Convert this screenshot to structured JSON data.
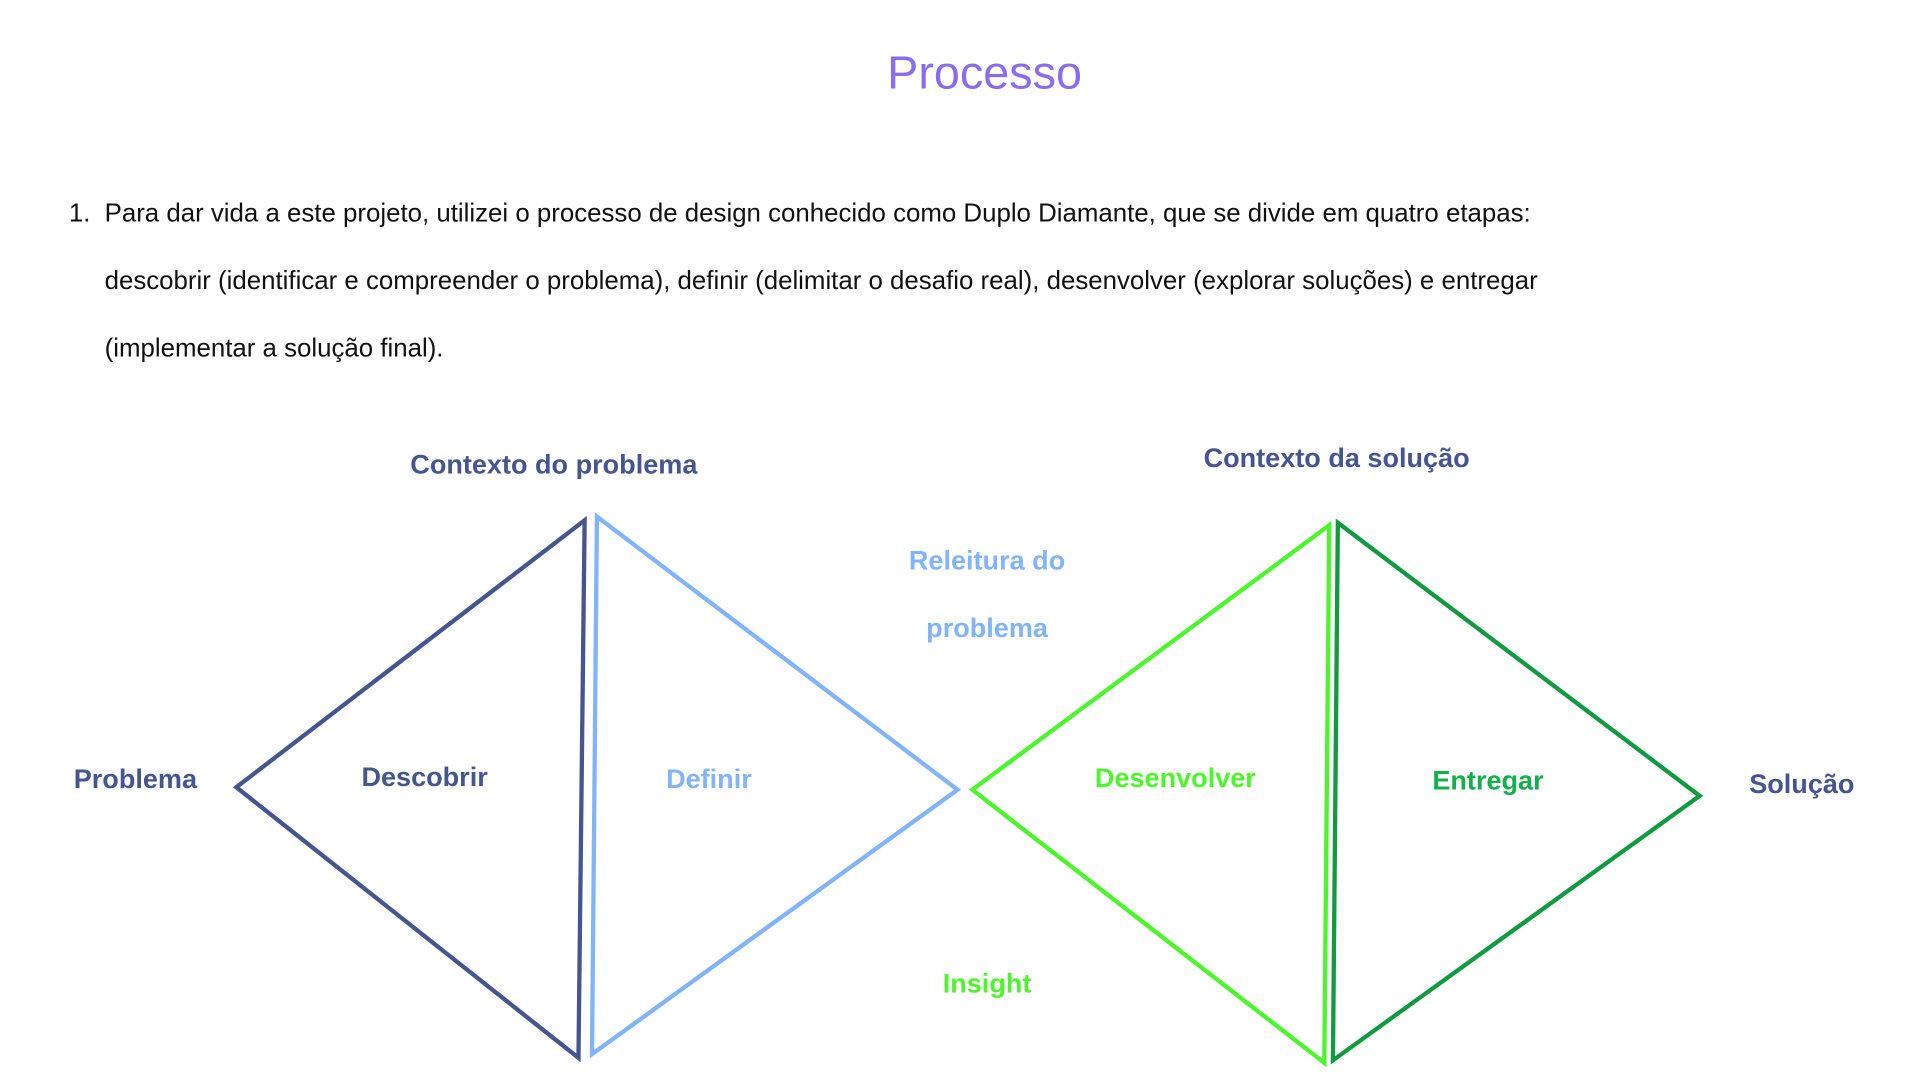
{
  "title": "Processo",
  "paragraph": {
    "number": "1.",
    "lines": [
      "Para dar vida a este projeto, utilizei o processo de design conhecido como Duplo Diamante, que se divide em quatro etapas:",
      "descobrir (identificar e compreender o problema), definir (delimitar o desafio real), desenvolver (explorar soluções) e entregar",
      "(implementar a solução final)."
    ]
  },
  "diagram": {
    "start_label": "Problema",
    "end_label": "Solução",
    "top_left_label": "Contexto do problema",
    "top_right_label": "Contexto da solução",
    "middle_top_line1": "Releitura do",
    "middle_top_line2": "problema",
    "middle_bottom_label": "Insight",
    "stages": [
      "Descobrir",
      "Definir",
      "Desenvolver",
      "Entregar"
    ]
  },
  "colors": {
    "title": "#8b6cf0",
    "discover": "#45558f",
    "define": "#82b4fb",
    "develop": "#4cf52c",
    "deliver": "#119a40",
    "deliver_text": "#12b04a"
  }
}
